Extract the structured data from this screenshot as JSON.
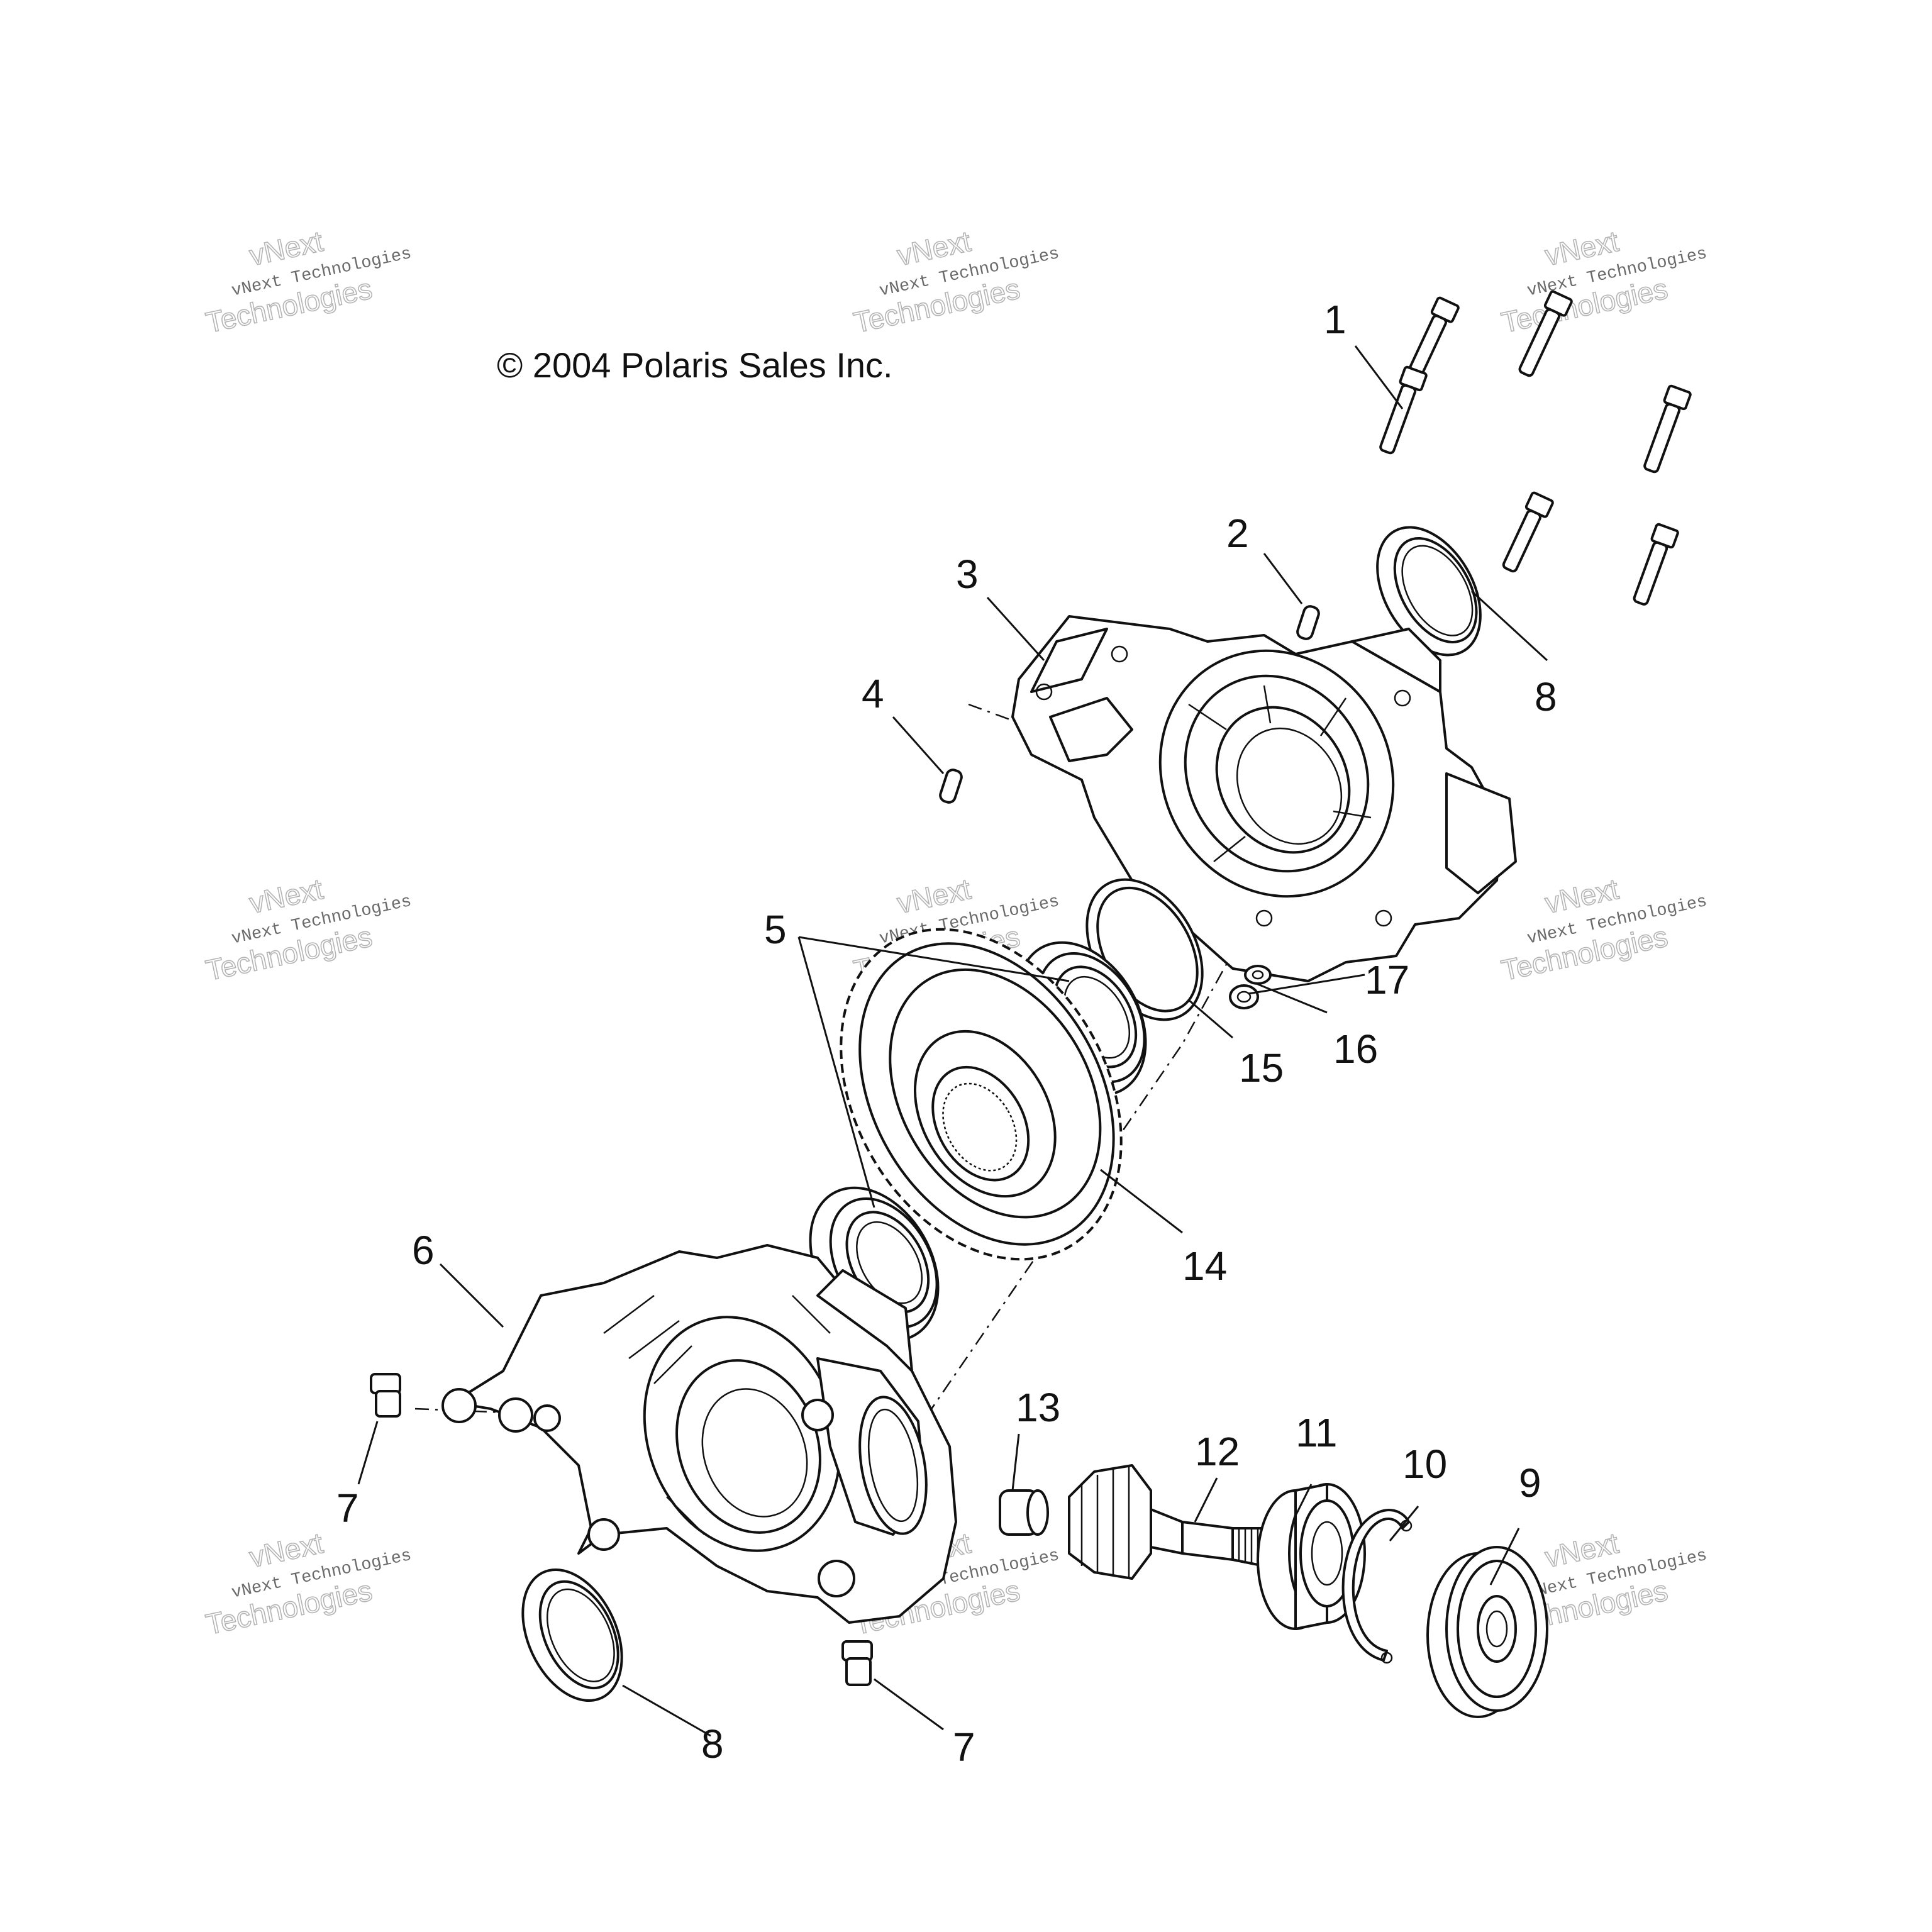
{
  "copyright": "© 2004 Polaris Sales Inc.",
  "watermark": {
    "line1": "vNext Technologies",
    "line2": "vNext",
    "line3": "Technologies"
  },
  "callouts": {
    "c1": "1",
    "c2": "2",
    "c3": "3",
    "c4": "4",
    "c5": "5",
    "c6": "6",
    "c7a": "7",
    "c7b": "7",
    "c8a": "8",
    "c8b": "8",
    "c9": "9",
    "c10": "10",
    "c11": "11",
    "c12": "12",
    "c13": "13",
    "c14": "14",
    "c15": "15",
    "c16": "16",
    "c17": "17"
  }
}
